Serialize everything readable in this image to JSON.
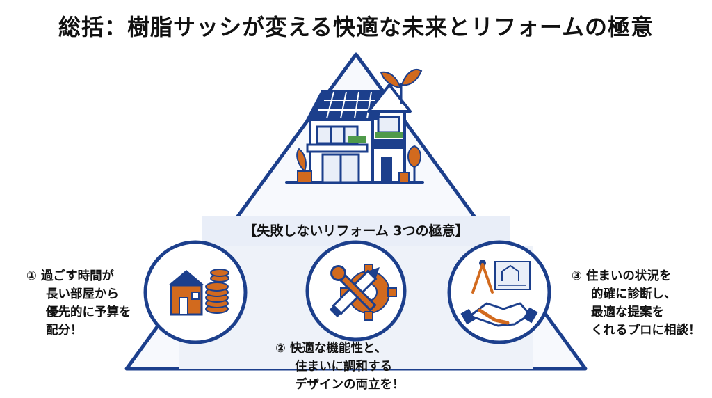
{
  "title": "総括：樹脂サッシが変える快適な未来とリフォームの極意",
  "tips_heading": "【失敗しないリフォーム 3つの極意】",
  "tips": [
    {
      "lines": [
        "① 過ごす時間が",
        "長い部屋から",
        "優先的に予算を",
        "配分！"
      ]
    },
    {
      "lines": [
        "② 快適な機能性と、",
        "住まいに調和する",
        "デザインの両立を！"
      ]
    },
    {
      "lines": [
        "③ 住まいの状況を",
        "的確に診断し、",
        "最適な提案を",
        "くれるプロに相談！"
      ]
    }
  ],
  "icons": [
    "eco-house-solar-icon",
    "house-coins-icon",
    "pencil-wrench-gear-icon",
    "blueprint-handshake-icon"
  ],
  "colors": {
    "navy": "#1c3f8c",
    "orange": "#d26a1e",
    "panel_fill": "#e9eef8",
    "triangle_fill": "#f7f9fd"
  }
}
